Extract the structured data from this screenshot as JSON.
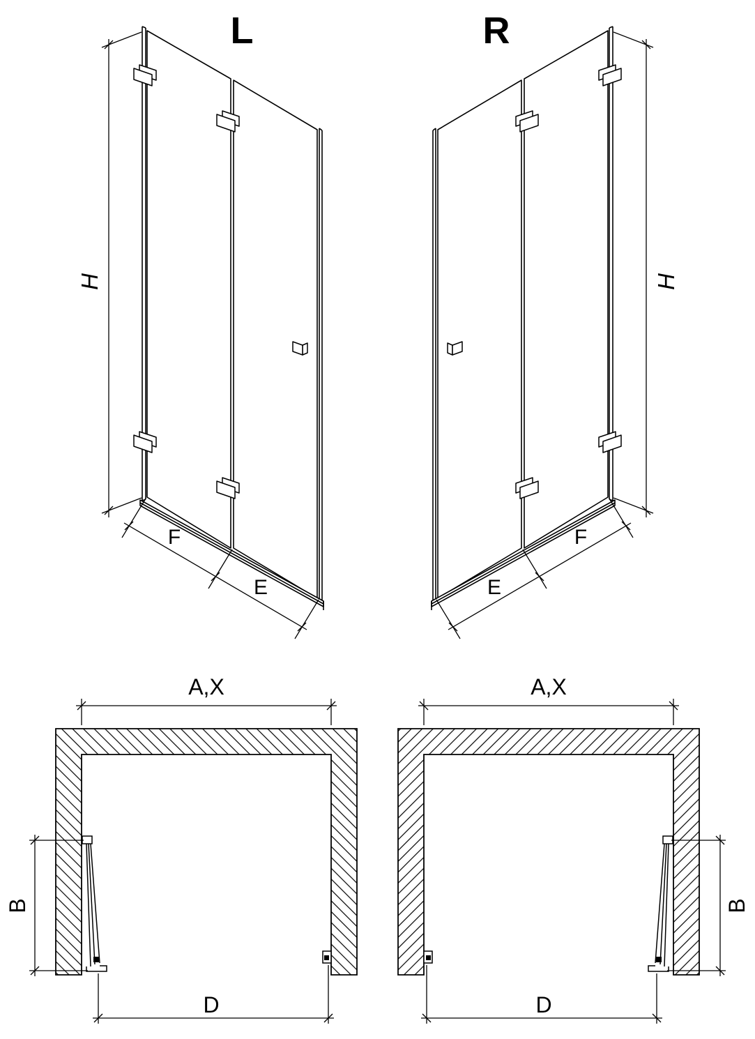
{
  "page": {
    "background_color": "#ffffff",
    "line_color": "#000000"
  },
  "views": {
    "left_door": {
      "label": "L"
    },
    "right_door": {
      "label": "R"
    }
  },
  "dimensions": {
    "height": "H",
    "fixed_panel": "F",
    "end_panel": "E",
    "opening_width": "A,X",
    "fold_depth": "B",
    "clear_width": "D"
  }
}
